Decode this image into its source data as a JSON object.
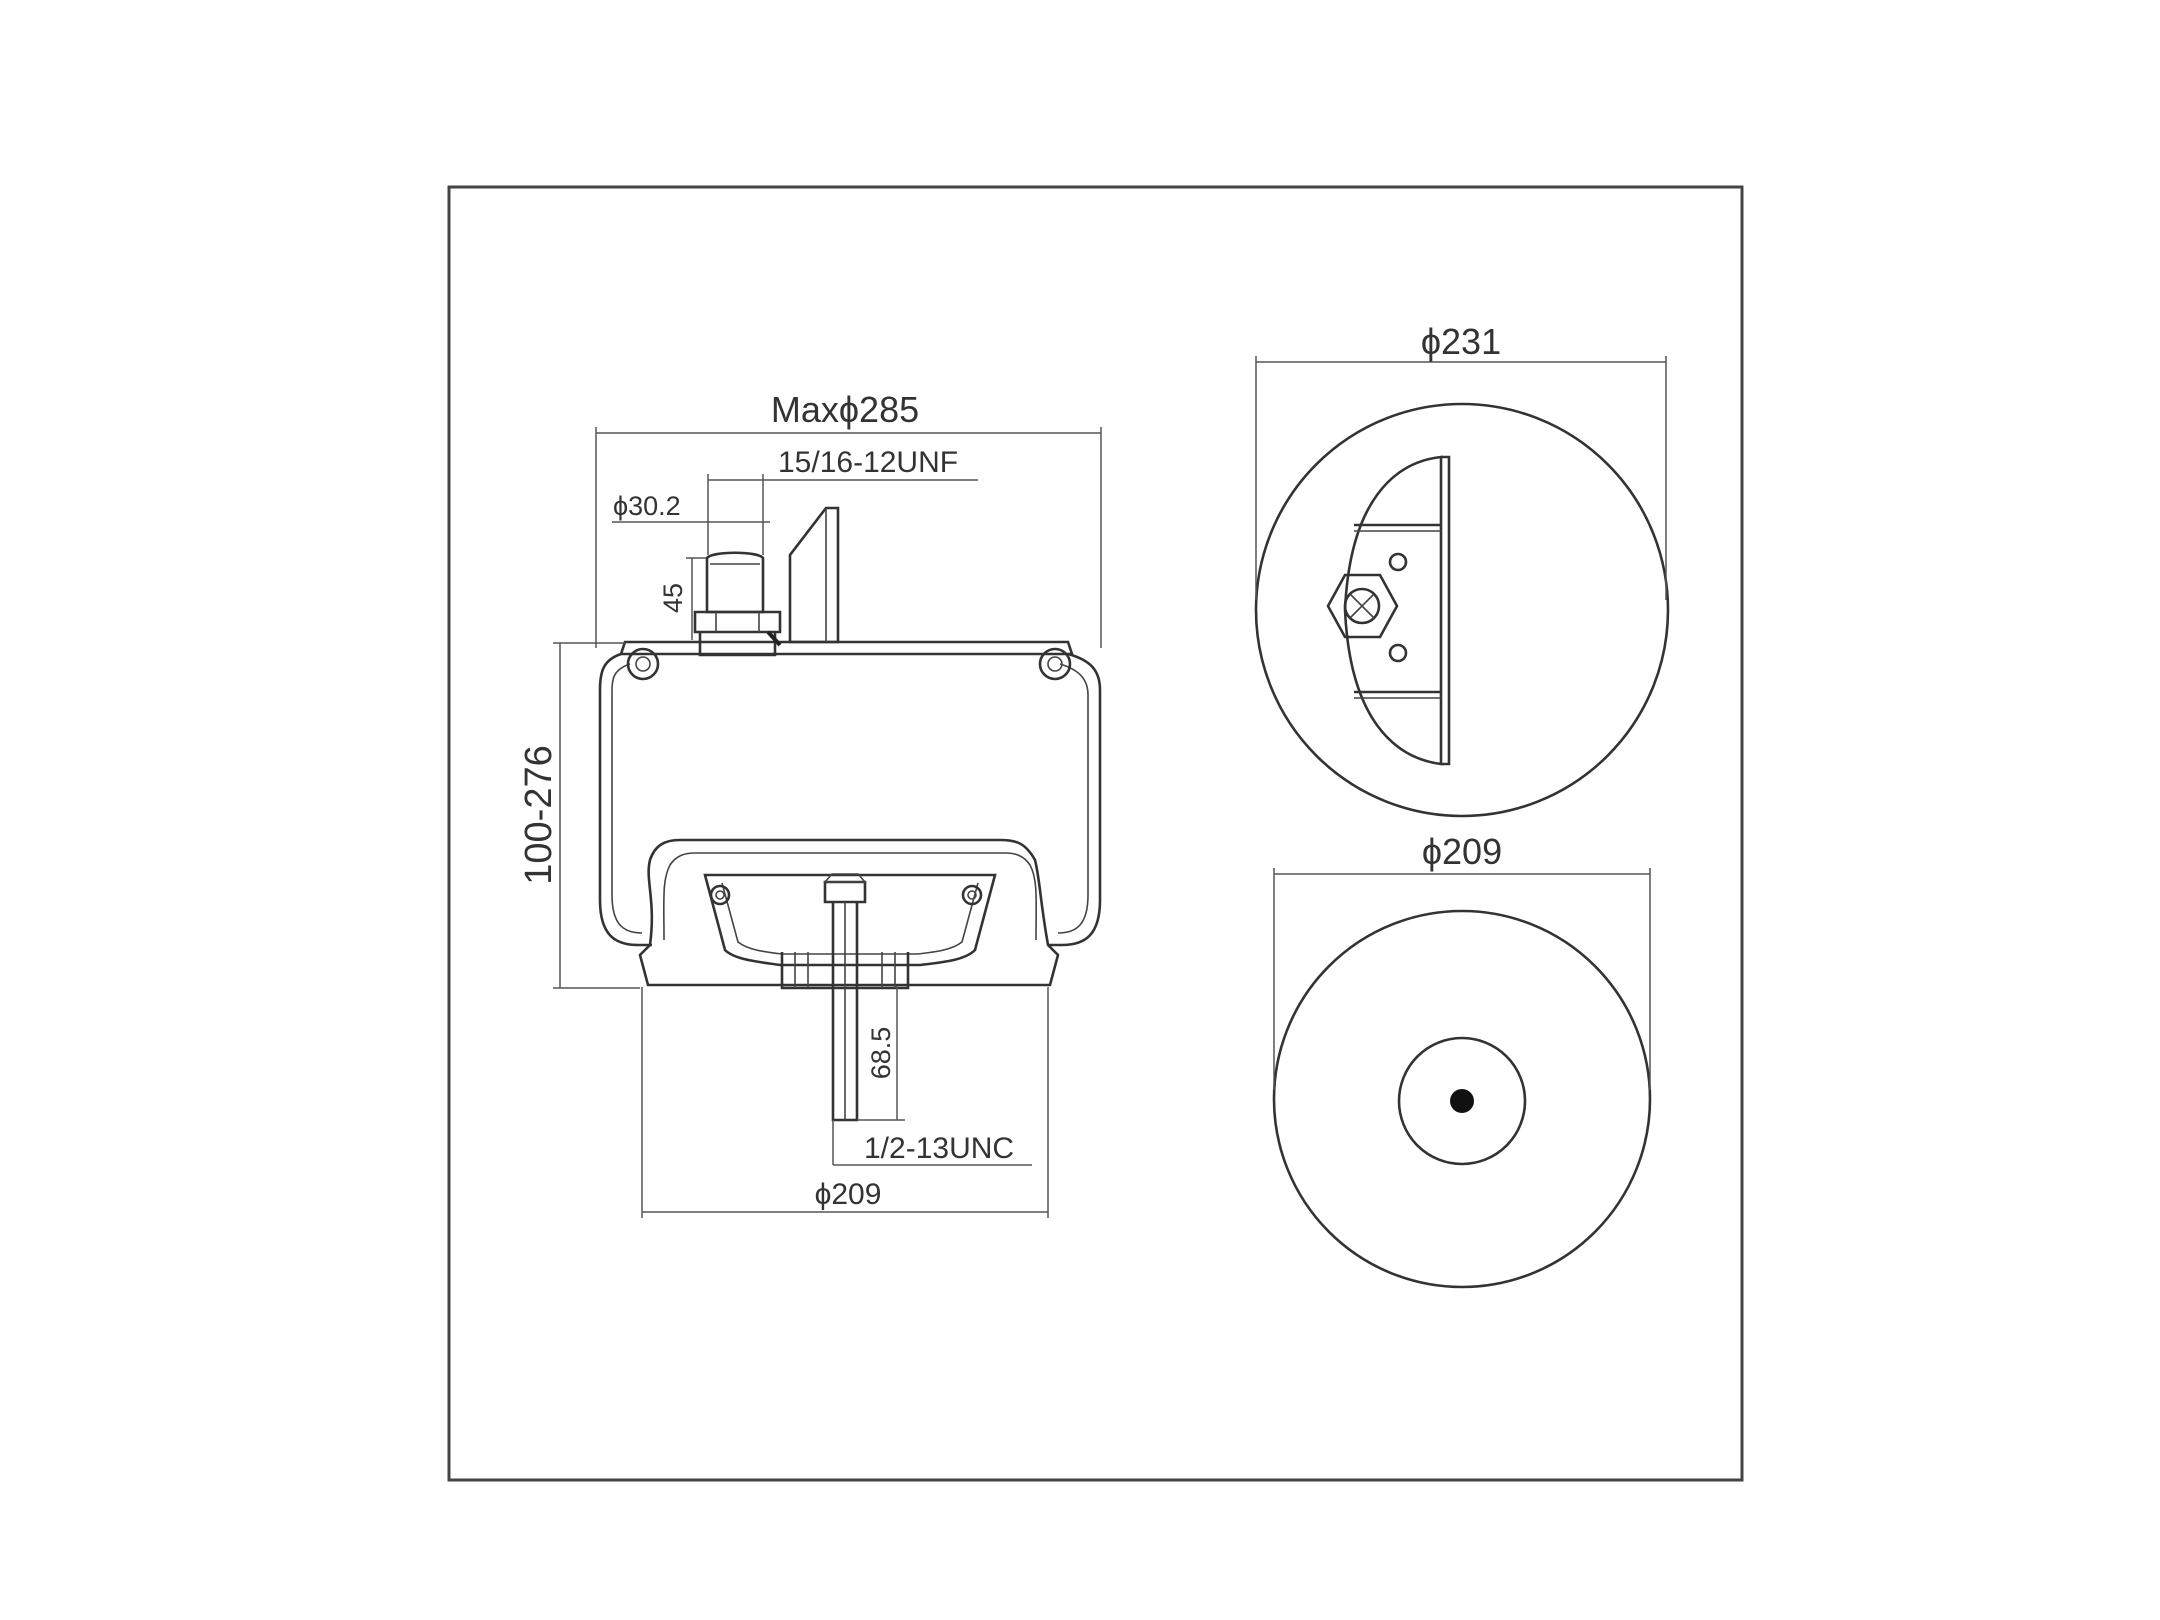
{
  "labels": {
    "max_diameter": "Maxϕ285",
    "upper_thread": "15/16-12UNF",
    "stud_diameter": "ϕ30.2",
    "stud_height": "45",
    "height_range": "100-276",
    "stud_length": "68.5",
    "lower_thread": "1/2-13UNC",
    "base_diameter": "ϕ209",
    "top_view_diameter": "ϕ231",
    "bottom_view_diameter": "ϕ209"
  },
  "colors": {
    "line": "#333333",
    "background": "#ffffff"
  }
}
